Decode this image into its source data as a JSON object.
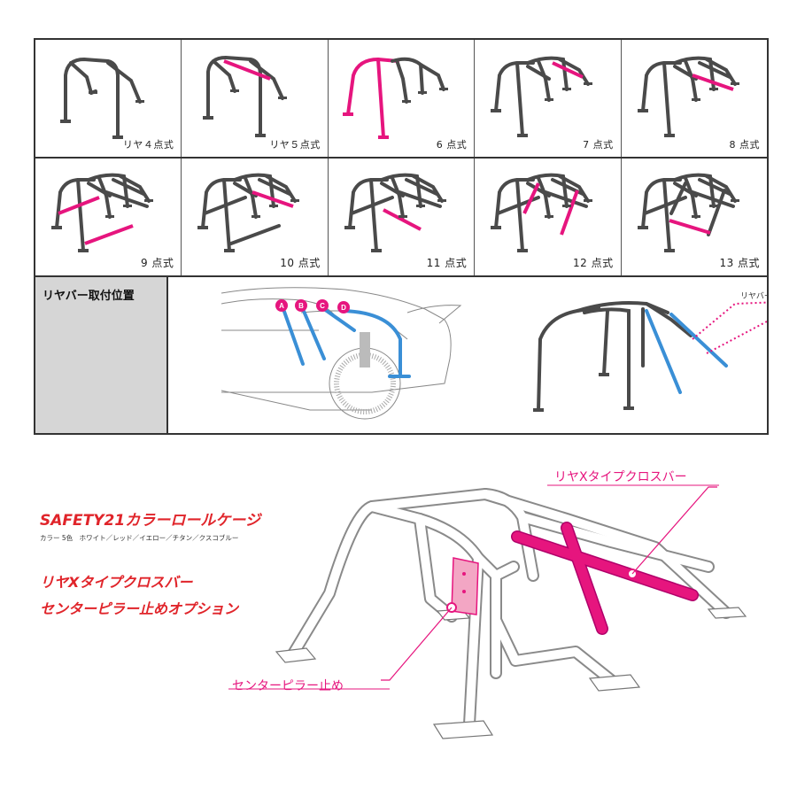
{
  "grid": {
    "row1": [
      "リヤ４点式",
      "リヤ５点式",
      "6 点式",
      "7 点式",
      "8 点式"
    ],
    "row2": [
      "9 点式",
      "10 点式",
      "11 点式",
      "12 点式",
      "13 点式"
    ]
  },
  "rear_bar": {
    "title": "リヤバー取付位置",
    "markers": [
      "A",
      "B",
      "C",
      "D"
    ],
    "callout": "リヤバー"
  },
  "promo": {
    "title": "SAFETY21カラーロールケージ",
    "colors": "カラー 5色　ホワイト／レッド／イエロー／チタン／クスコブルー",
    "option_line1": "リヤXタイプクロスバー",
    "option_line2": "センターピラー止めオプション",
    "callout_crossbar": "リヤXタイプクロスバー",
    "callout_pillar": "センターピラー止め"
  },
  "colors": {
    "highlight": "#e6157e",
    "red_text": "#e0242a",
    "blue_bar": "#3a8fd6",
    "cage_dark": "#4a4a4a",
    "panel_grey": "#d6d6d6"
  }
}
